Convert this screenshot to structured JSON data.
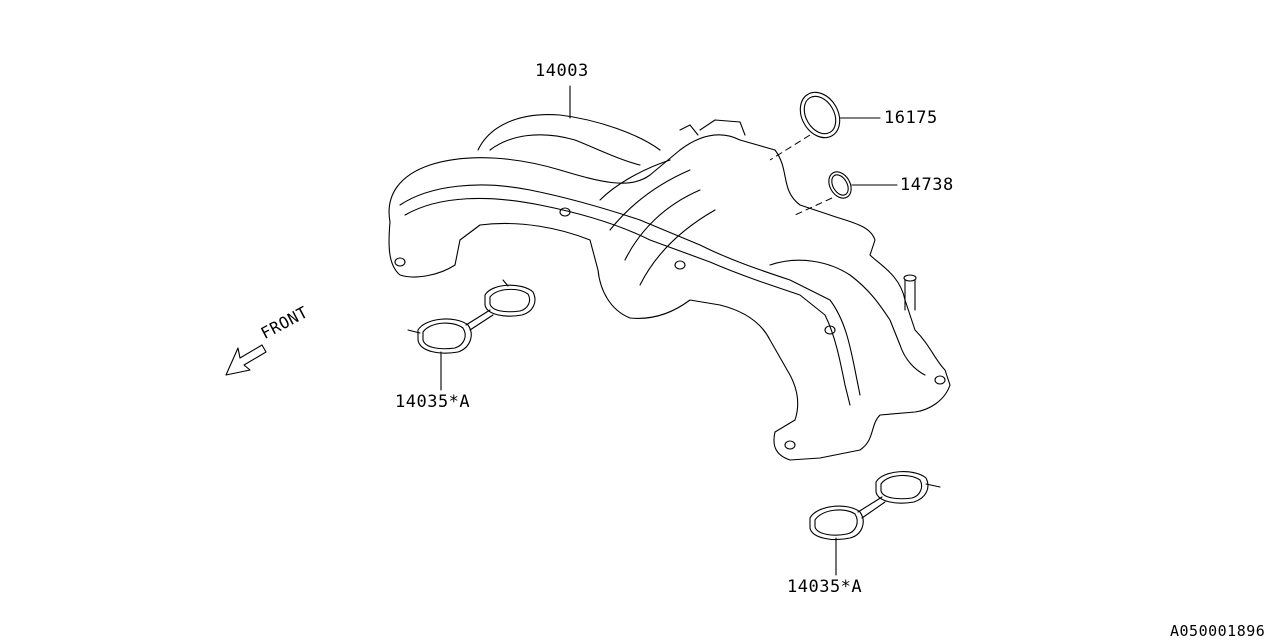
{
  "diagram": {
    "parts": [
      {
        "number": "14003",
        "name": "intake-manifold"
      },
      {
        "number": "16175",
        "name": "throttle-gasket"
      },
      {
        "number": "14738",
        "name": "small-gasket"
      },
      {
        "number": "14035*A",
        "name": "manifold-gasket-left"
      },
      {
        "number": "14035*A",
        "name": "manifold-gasket-right"
      }
    ],
    "front_label": "FRONT",
    "diagram_id": "A050001896"
  }
}
